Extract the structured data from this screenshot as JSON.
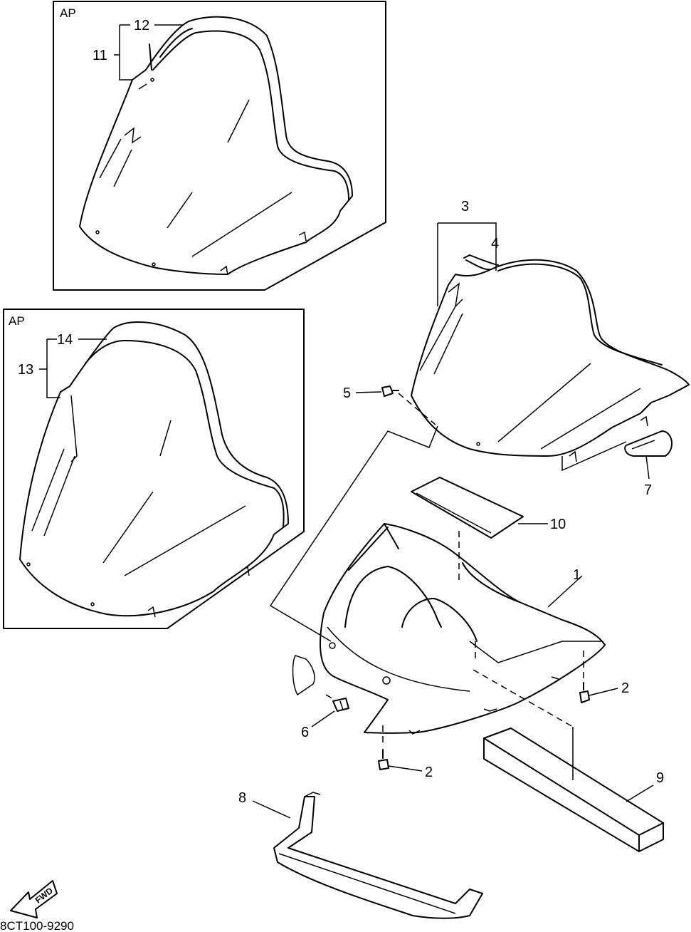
{
  "insets": [
    {
      "tag": "AP",
      "callouts": [
        "11",
        "12"
      ]
    },
    {
      "tag": "AP",
      "callouts": [
        "13",
        "14"
      ]
    }
  ],
  "callouts": [
    "1",
    "2",
    "2",
    "3",
    "4",
    "5",
    "6",
    "7",
    "8",
    "9",
    "10"
  ],
  "fwd_arrow": "FWD",
  "drawing_code": "8CT100-9290"
}
